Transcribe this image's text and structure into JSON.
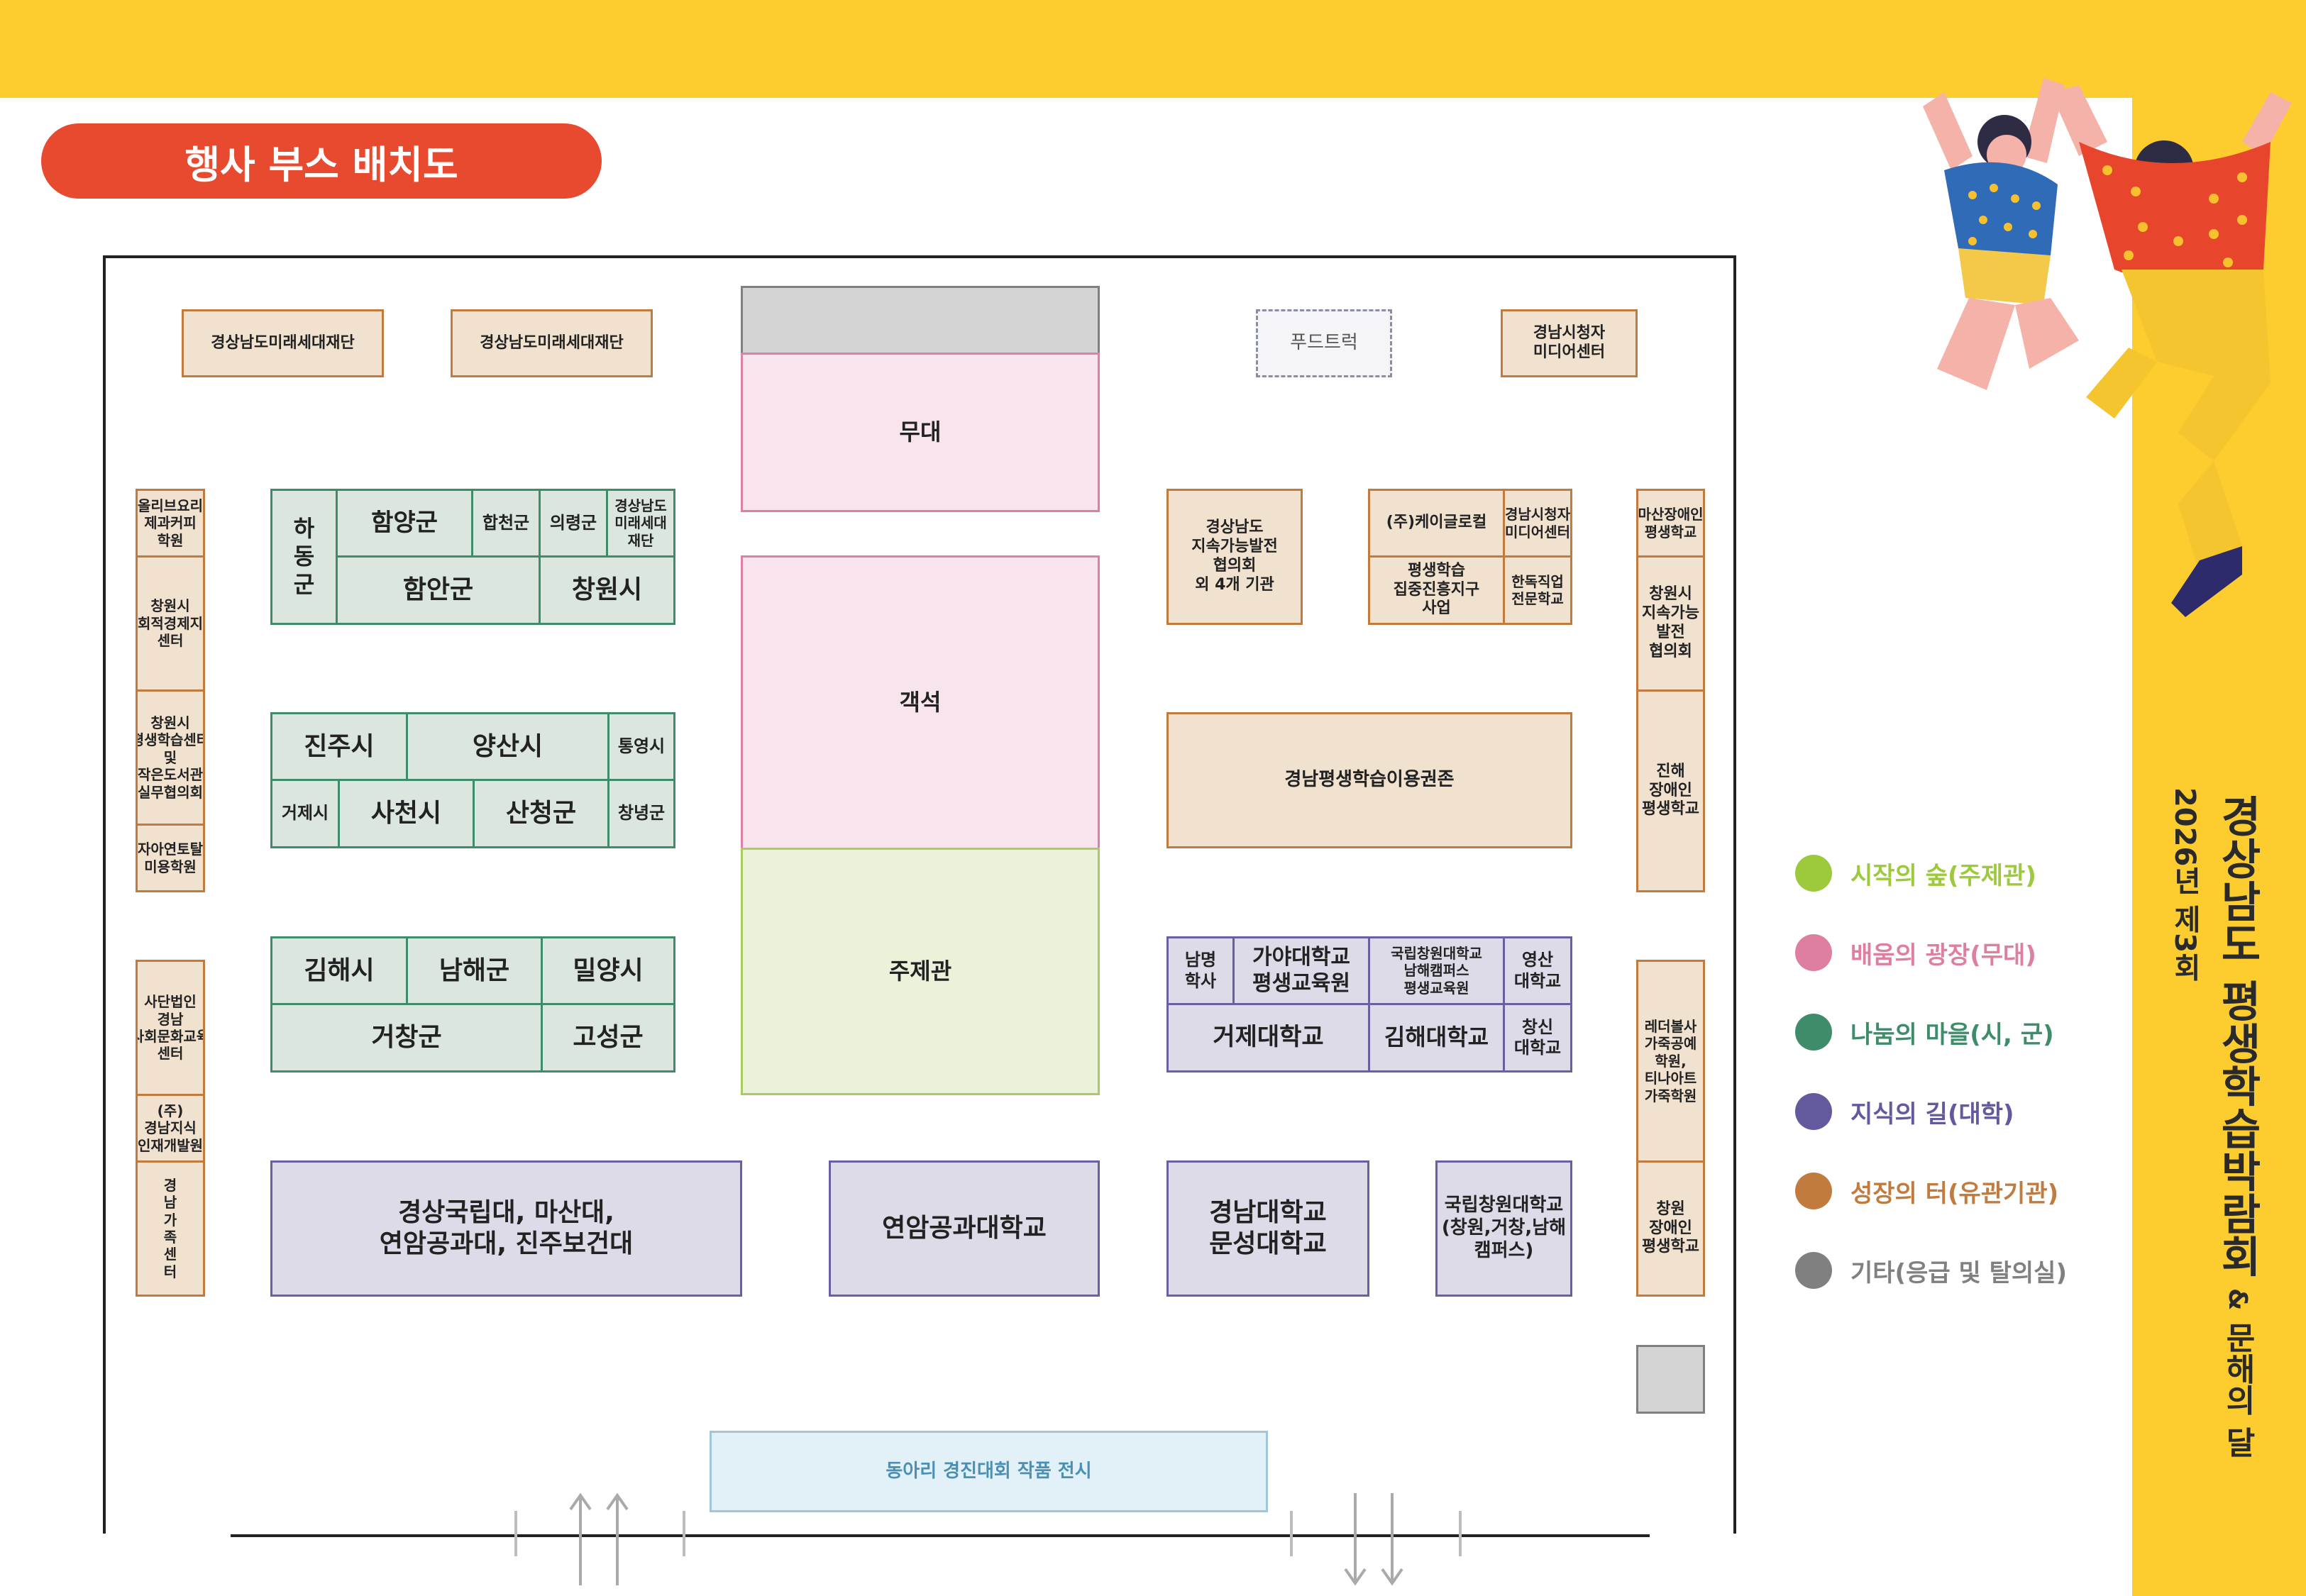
{
  "header": {
    "title": "행사 부스 배치도"
  },
  "side_title": {
    "year_edition": "2026년 제3회",
    "main": "경상남도 평생학습박람회",
    "amp": "&",
    "sub": "문해의 달"
  },
  "colors": {
    "yellow": "#fdcd2f",
    "title_red": "#e84a2f",
    "lime": "#9cca3c",
    "pink": "#de7ea1",
    "green": "#3f8c6a",
    "purple": "#625a9c",
    "orange": "#c27b3f",
    "gray": "#808080"
  },
  "legend": [
    {
      "label": "시작의 숲(주제관)",
      "color": "#9cca3c"
    },
    {
      "label": "배움의 광장(무대)",
      "color": "#de7ea1"
    },
    {
      "label": "나눔의 마을(시, 군)",
      "color": "#3f8c6a"
    },
    {
      "label": "지식의 길(대학)",
      "color": "#625a9c"
    },
    {
      "label": "성장의 터(유관기관)",
      "color": "#c27b3f"
    },
    {
      "label": "기타(응급 및 탈의실)",
      "color": "#808080"
    }
  ],
  "booths": {
    "mirae1": "경상남도미래세대재단",
    "mirae2": "경상남도미래세대재단",
    "stage": "무대",
    "seats": "객석",
    "theme": "주제관",
    "foodtruck": "푸드트럭",
    "youth_media_top": "경남시청자\n미디어센터",
    "left_col": {
      "olive": "올리브요리\n제과커피\n학원",
      "social_econ": "창원시\n사회적경제지원\n센터",
      "lifelong_council": "창원시\n평생학습센터\n및 작은도서관\n실무협의회",
      "jaya": "자아연토탈\n미용학원",
      "social_culture": "사단법인 경남\n사회문화교육\n센터",
      "gn_knowledge": "(주)경남지식\n인재개발원",
      "family_center": "경\n남\n가\n족\n센\n터"
    },
    "green1": {
      "hadong": "하\n동\n군",
      "hamyang": "함양군",
      "hapcheon": "합천군",
      "uiryeong": "의령군",
      "mirae": "경상남도\n미래세대\n재단",
      "haman": "함안군",
      "changwon": "창원시"
    },
    "green2": {
      "jinju": "진주시",
      "yangsan": "양산시",
      "tongyeong": "통영시",
      "geoje": "거제시",
      "sacheon": "사천시",
      "sancheong": "산청군",
      "changnyeong": "창녕군"
    },
    "green3": {
      "gimhae": "김해시",
      "namhae": "남해군",
      "miryang": "밀양시",
      "geochang": "거창군",
      "goseong": "고성군"
    },
    "univ_bottom": {
      "gnu": "경상국립대, 마산대,\n연암공과대, 진주보건대",
      "yonam": "연암공과대학교",
      "kyungnam": "경남대학교\n문성대학교",
      "changwon_natl": "국립창원대학교\n(창원,거창,남해\n캠퍼스)"
    },
    "right": {
      "sustain": "경상남도\n지속가능발전\n협의회\n외 4개 기관",
      "kglocal": "(주)케이글로컬",
      "youth_media": "경남시청자\n미디어센터",
      "lifelong_zone": "평생학습\n집중진흥지구\n사업",
      "handok": "한독직업\n전문학교",
      "voucher": "경남평생학습이용권존"
    },
    "univ_right": {
      "nammyeong": "남명\n학사",
      "gaya": "가야대학교\n평생교육원",
      "cw_namhae": "국립창원대학교\n남해캠퍼스\n평생교육원",
      "youngsan": "영산\n대학교",
      "geoje_univ": "거제대학교",
      "gimhae_univ": "김해대학교",
      "changshin": "창신\n대학교"
    },
    "right_col": {
      "masan_disabled": "마산장애인\n평생학교",
      "cw_sustain": "창원시\n지속가능\n발전\n협의회",
      "jinhae_disabled": "진해\n장애인\n평생학교",
      "leather": "레더볼사\n가죽공예\n학원,\n티나아트\n가죽학원",
      "cw_disabled": "창원\n장애인\n평생학교"
    },
    "exhibit": "동아리 경진대회 작품 전시"
  }
}
